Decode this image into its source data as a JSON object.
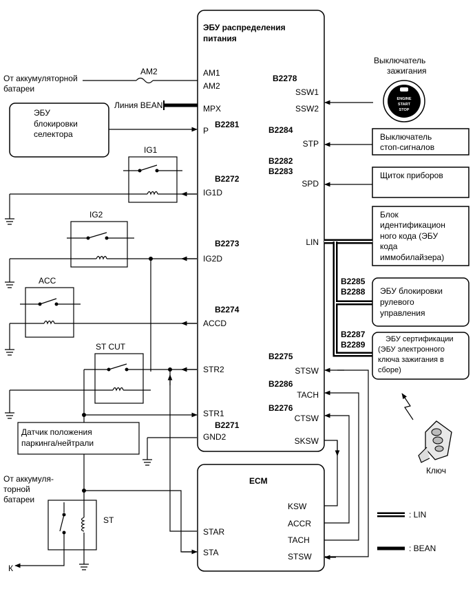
{
  "ecu_main": {
    "title_line1": "ЭБУ распределения",
    "title_line2": "питания",
    "pins_left": {
      "am1": "AM1",
      "am2": "AM2",
      "mpx": "MPX",
      "p": "P",
      "ig1d": "IG1D",
      "ig2d": "IG2D",
      "accd": "ACCD",
      "str2": "STR2",
      "str1": "STR1",
      "gnd2": "GND2"
    },
    "pins_right": {
      "ssw1": "SSW1",
      "ssw2": "SSW2",
      "stp": "STP",
      "spd": "SPD",
      "lin": "LIN",
      "stsw": "STSW",
      "tach": "TACH",
      "ctsw": "CTSW",
      "sksw": "SKSW"
    },
    "codes": {
      "b2278": "B2278",
      "b2281": "B2281",
      "b2284": "B2284",
      "b2282": "B2282",
      "b2283": "B2283",
      "b2272": "B2272",
      "b2273": "B2273",
      "b2274": "B2274",
      "b2275": "B2275",
      "b2286": "B2286",
      "b2276": "B2276",
      "b2271": "B2271"
    }
  },
  "left": {
    "from_battery_line1": "От аккумуляторной",
    "from_battery_line2": "батареи",
    "am2_fuse": "AM2",
    "bean_line": "Линия BEAN",
    "selector_ecu_line1": "ЭБУ",
    "selector_ecu_line2": "блокировки",
    "selector_ecu_line3": "селектора",
    "ig1": "IG1",
    "ig2": "IG2",
    "acc": "ACC",
    "st_cut": "ST CUT",
    "park_sensor_line1": "Датчик положения",
    "park_sensor_line2": "паркинга/нейтрали",
    "battery2_line1": "От аккумуля-",
    "battery2_line2": "торной",
    "battery2_line3": "батареи",
    "st": "ST",
    "k": "К"
  },
  "right": {
    "ignition_switch_line1": "Выключатель",
    "ignition_switch_line2": "зажигания",
    "button_line1": "ENGINE",
    "button_line2": "START",
    "button_line3": "STOP",
    "stop_switch_line1": "Выключатель",
    "stop_switch_line2": "стоп-сигналов",
    "meter": "Щиток приборов",
    "id_box_line1": "Блок",
    "id_box_line2": "идентификацион",
    "id_box_line3": "ного кода (ЭБУ",
    "id_box_line4": "кода",
    "id_box_line5": "иммобилайзера)",
    "b2285": "B2285",
    "b2288": "B2288",
    "steering_line1": "ЭБУ блокировки",
    "steering_line2": "рулевого",
    "steering_line3": "управления",
    "b2287": "B2287",
    "b2289": "B2289",
    "cert_line1": "ЭБУ сертификации",
    "cert_line2": "(ЭБУ электронного",
    "cert_line3": "ключа зажигания в",
    "cert_line4": "сборе)",
    "key": "Ключ"
  },
  "ecm": {
    "title": "ECM",
    "ksw": "KSW",
    "accr": "ACCR",
    "tach": "TACH",
    "stsw": "STSW",
    "star": "STAR",
    "sta": "STA"
  },
  "legend": {
    "lin": ": LIN",
    "bean": ": BEAN"
  }
}
